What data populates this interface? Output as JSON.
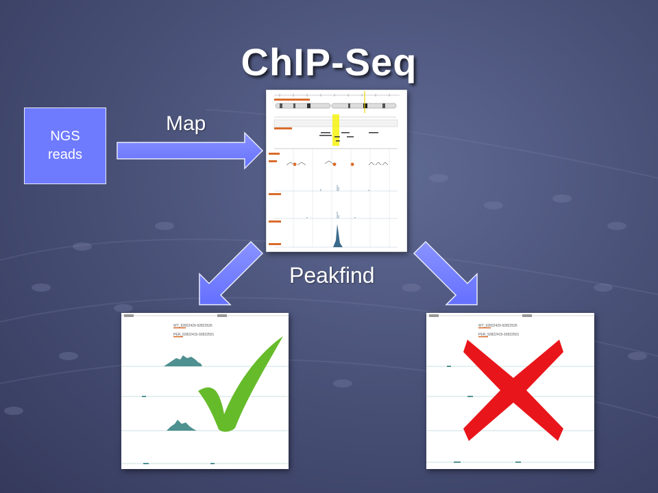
{
  "title": "ChIP-Seq",
  "ngs_box": {
    "line1": "NGS",
    "line2": "reads"
  },
  "labels": {
    "map": "Map",
    "peakfind": "Peakfind"
  },
  "browser_image": {
    "description_icon": "genome-browser-screenshot"
  },
  "results": {
    "left": {
      "mark": "checkmark-icon",
      "track_text_1": "WT_92822429-92822526",
      "track_text_2": "PER_92822415-92822501"
    },
    "right": {
      "mark": "cross-icon",
      "track_text_1": "WT_92822429-92822526",
      "track_text_2": "PER_92822415-92822501"
    }
  },
  "colors": {
    "ngs_box": "#6f7bff",
    "arrow": "#7480ff",
    "check": "#66bb2a",
    "cross": "#e8161b",
    "peak": "#4f9090"
  }
}
